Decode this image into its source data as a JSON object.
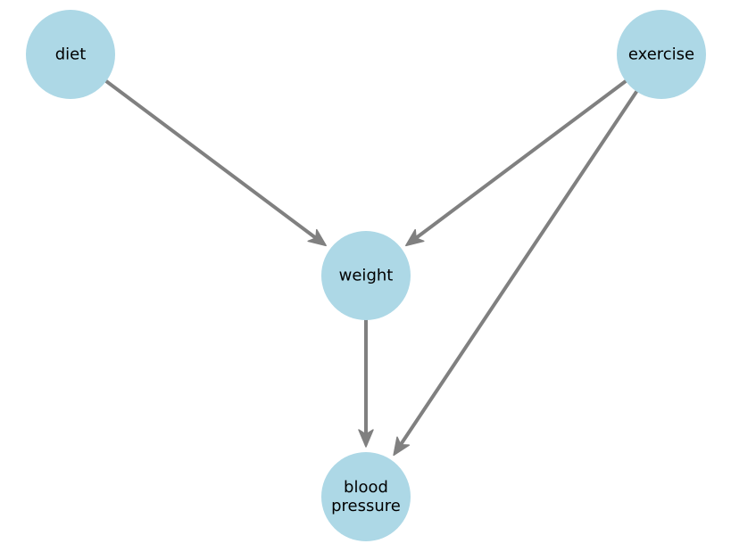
{
  "diagram": {
    "node_color": "#add8e6",
    "edge_color": "#808080",
    "nodes": [
      {
        "id": "diet",
        "lines": [
          "diet"
        ]
      },
      {
        "id": "exercise",
        "lines": [
          "exercise"
        ]
      },
      {
        "id": "weight",
        "lines": [
          "weight"
        ]
      },
      {
        "id": "blood_pressure",
        "lines": [
          "blood",
          "pressure"
        ]
      }
    ],
    "edges": [
      {
        "from": "diet",
        "to": "weight"
      },
      {
        "from": "exercise",
        "to": "weight"
      },
      {
        "from": "exercise",
        "to": "blood_pressure"
      },
      {
        "from": "weight",
        "to": "blood_pressure"
      }
    ]
  }
}
